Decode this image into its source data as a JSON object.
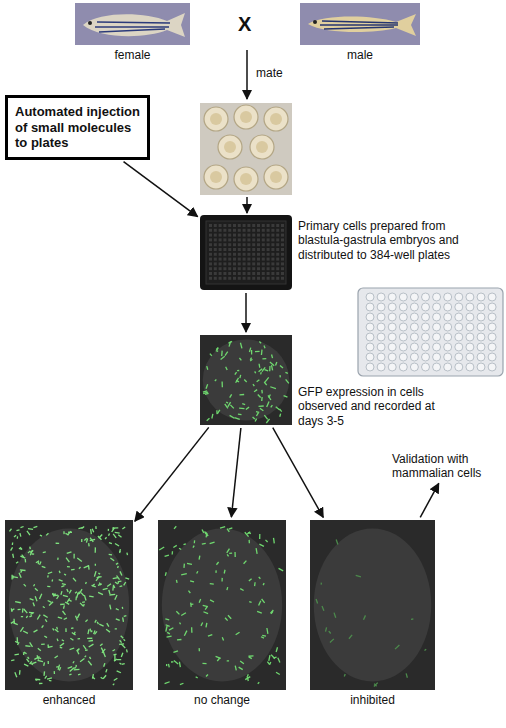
{
  "diagram": {
    "nodes": [
      {
        "text": [
          "female"
        ]
      },
      {
        "text": [
          "male"
        ]
      },
      {
        "text": [
          "Automated injection of small molecules to plates"
        ]
      },
      {
        "text": [
          "Primary cells prepared from blastula-gastrula embryos and distributed to 384-well plates"
        ]
      },
      {
        "text": [
          "GFP expression in cells observed and recorded at days 3-5"
        ]
      },
      {
        "text": [
          "Validation with mammalian cells"
        ]
      },
      {
        "text": [
          "enhanced"
        ]
      },
      {
        "text": [
          "no change"
        ]
      },
      {
        "text": [
          "inhibited"
        ]
      }
    ],
    "edges": [
      {
        "from": 2,
        "to": 3,
        "arrow": "to"
      },
      {
        "from": 3,
        "to": 4,
        "arrow": "to"
      },
      {
        "from": 4,
        "to": 6,
        "arrow": "to"
      },
      {
        "from": 4,
        "to": 7,
        "arrow": "to"
      },
      {
        "from": 4,
        "to": 8,
        "arrow": "to"
      },
      {
        "from": 8,
        "to": 5,
        "arrow": "to"
      }
    ],
    "labels": [
      "X",
      "mate"
    ]
  }
}
